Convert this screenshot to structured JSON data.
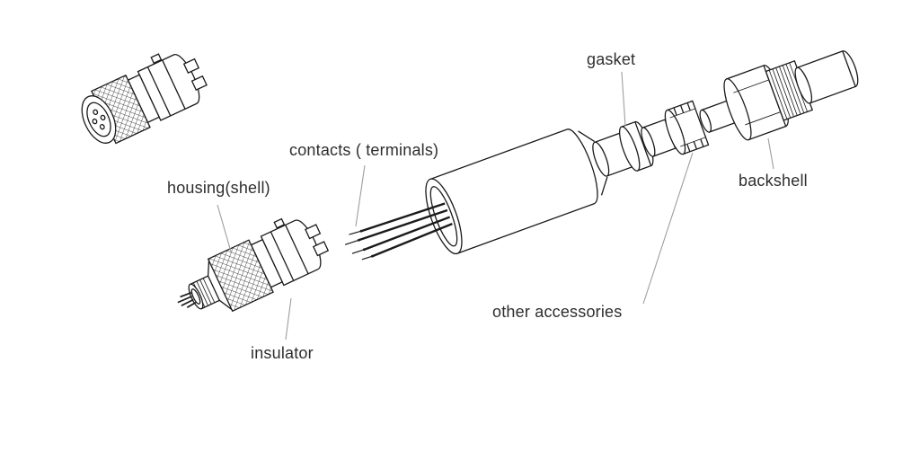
{
  "labels": {
    "gasket": "gasket",
    "contacts": "contacts ( terminals)",
    "housing": "housing(shell)",
    "backshell": "backshell",
    "other_accessories": "other accessories",
    "insulator": "insulator"
  },
  "colors": {
    "line": "#1a1a1a",
    "leader": "#9e9e9e",
    "text": "#2e2e2e",
    "background": "#ffffff"
  }
}
